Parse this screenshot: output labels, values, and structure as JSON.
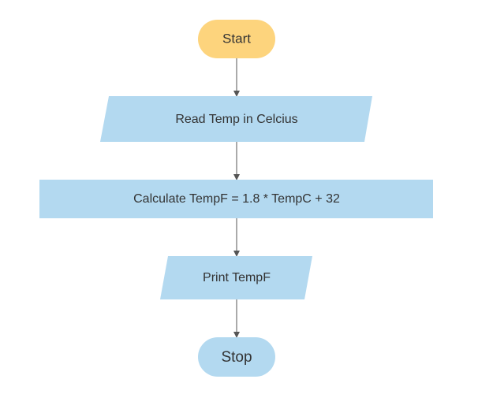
{
  "nodes": {
    "start": {
      "label": "Start",
      "shape": "terminator",
      "fill": "#FDD47D"
    },
    "input": {
      "label": "Read Temp in Celcius",
      "shape": "parallelogram",
      "fill": "#B3D9F0"
    },
    "process": {
      "label": "Calculate TempF = 1.8 * TempC + 32",
      "shape": "rectangle",
      "fill": "#B3D9F0"
    },
    "output": {
      "label": "Print TempF",
      "shape": "parallelogram",
      "fill": "#B3D9F0"
    },
    "stop": {
      "label": "Stop",
      "shape": "terminator",
      "fill": "#B3D9F0"
    }
  },
  "edges": [
    {
      "from": "start",
      "to": "input"
    },
    {
      "from": "input",
      "to": "process"
    },
    {
      "from": "process",
      "to": "output"
    },
    {
      "from": "output",
      "to": "stop"
    }
  ],
  "colors": {
    "connector": "#555555",
    "text": "#333333"
  }
}
